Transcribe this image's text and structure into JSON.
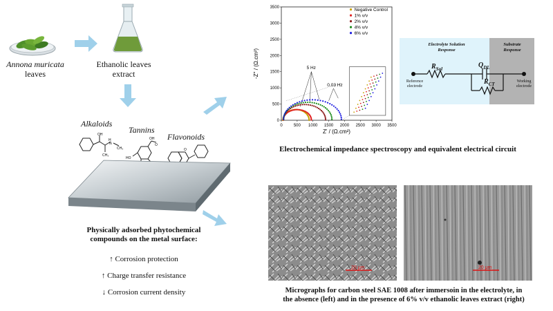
{
  "flow": {
    "leaves_label_italic": "Annona muricata",
    "leaves_label_rest": "leaves",
    "extract_label_line1": "Ethanolic leaves",
    "extract_label_line2": "extract"
  },
  "phytochemicals": {
    "alkaloids": "Alkaloids",
    "tannins": "Tannins",
    "flavonoids": "Flavonoids"
  },
  "conclusion": {
    "title_line1": "Physically adsorbed phytochemical",
    "title_line2": "compounds on the metal surface:",
    "effects": [
      "↑ Corrosion protection",
      "↑ Charge transfer resistance",
      "↓ Corrosion current density"
    ]
  },
  "chart_data": {
    "type": "scatter",
    "title": "",
    "xlabel": "Z' / (Ω.cm²)",
    "ylabel": "-Z'' / (Ω.cm²)",
    "xlim": [
      0,
      3500
    ],
    "ylim": [
      0,
      3500
    ],
    "x_ticks": [
      0,
      500,
      1000,
      1500,
      2000,
      2500,
      3000,
      3500
    ],
    "y_ticks": [
      0,
      500,
      1000,
      1500,
      2000,
      2500,
      3000,
      3500
    ],
    "legend_position": "top-right",
    "annotations": [
      "5 Hz",
      "0.03 Hz"
    ],
    "series": [
      {
        "name": "Negative Control",
        "color": "#c8a000",
        "semicircle": {
          "start": 50,
          "end": 880,
          "peak": 330
        }
      },
      {
        "name": "1% v/v",
        "color": "#e02020",
        "semicircle": {
          "start": 60,
          "end": 950,
          "peak": 320
        }
      },
      {
        "name": "2% v/v",
        "color": "#8b1a1a",
        "semicircle": {
          "start": 70,
          "end": 1400,
          "peak": 470
        }
      },
      {
        "name": "4% v/v",
        "color": "#1a8a1a",
        "semicircle": {
          "start": 70,
          "end": 1600,
          "peak": 530
        }
      },
      {
        "name": "6% v/v",
        "color": "#1a1ae0",
        "semicircle": {
          "start": 70,
          "end": 1900,
          "peak": 600
        }
      }
    ]
  },
  "eis": {
    "caption": "Electrochemical impedance spectroscopy and equivalent electrical circuit"
  },
  "circuit": {
    "left_title_line1": "Electrolyte Solution",
    "left_title_line2": "Response",
    "right_title_line1": "Substrate",
    "right_title_line2": "Response",
    "r_sol": "R",
    "r_sol_sub": "Sol",
    "q_dl": "Q",
    "q_dl_sub": "DL",
    "r_ct": "R",
    "r_ct_sub": "CT",
    "ref_line1": "Reference",
    "ref_line2": "electrode",
    "work_line1": "Working",
    "work_line2": "electrode",
    "left_bg": "#dff3fb",
    "right_bg": "#b3b3b3"
  },
  "sem": {
    "scale_left": "20 μm",
    "scale_right": "20 μm",
    "caption_line1": "Micrographs for carbon steel SAE 1008 after immersoin in the electrolyte, in",
    "caption_line2": "the absence (left) and in the presence of 6% v/v ethanolic leaves extract (right)"
  }
}
